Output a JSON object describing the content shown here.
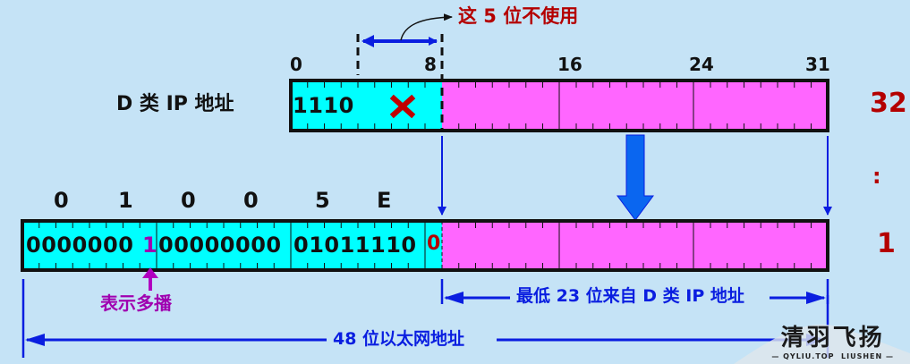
{
  "top_note": {
    "label": "这 5 位不使用"
  },
  "ip_row": {
    "label": "D 类 IP 地址",
    "bit_markers": [
      "0",
      "8",
      "16",
      "24",
      "31"
    ],
    "prefix_bits": "1110",
    "unused_icon": "x-mark-icon",
    "right_label": "32"
  },
  "side": {
    "colon": ":",
    "one": "1"
  },
  "mac_row": {
    "hex_digits": [
      "0",
      "1",
      "0",
      "0",
      "5",
      "E"
    ],
    "byte1_bits_a": "0000000",
    "byte1_multicast_bit": "1",
    "byte2_bits": "00000000",
    "byte3_bits": "01011110",
    "bit25": "0"
  },
  "annotations": {
    "multicast_label": "表示多播",
    "low23_label": "最低 23 位来自 D 类 IP 地址",
    "ethernet48_label": "48 位以太网地址"
  },
  "watermark": {
    "title": "清羽飞扬",
    "sub_left": "QYLIU.TOP",
    "sub_right": "LIUSHEN"
  },
  "colors": {
    "background": "#c5e3f6",
    "cyan": "#00ffff",
    "magenta": "#ff66ff",
    "arrow_blue": "#0a1ee0",
    "red": "#b40000",
    "purple": "#a000b0"
  }
}
